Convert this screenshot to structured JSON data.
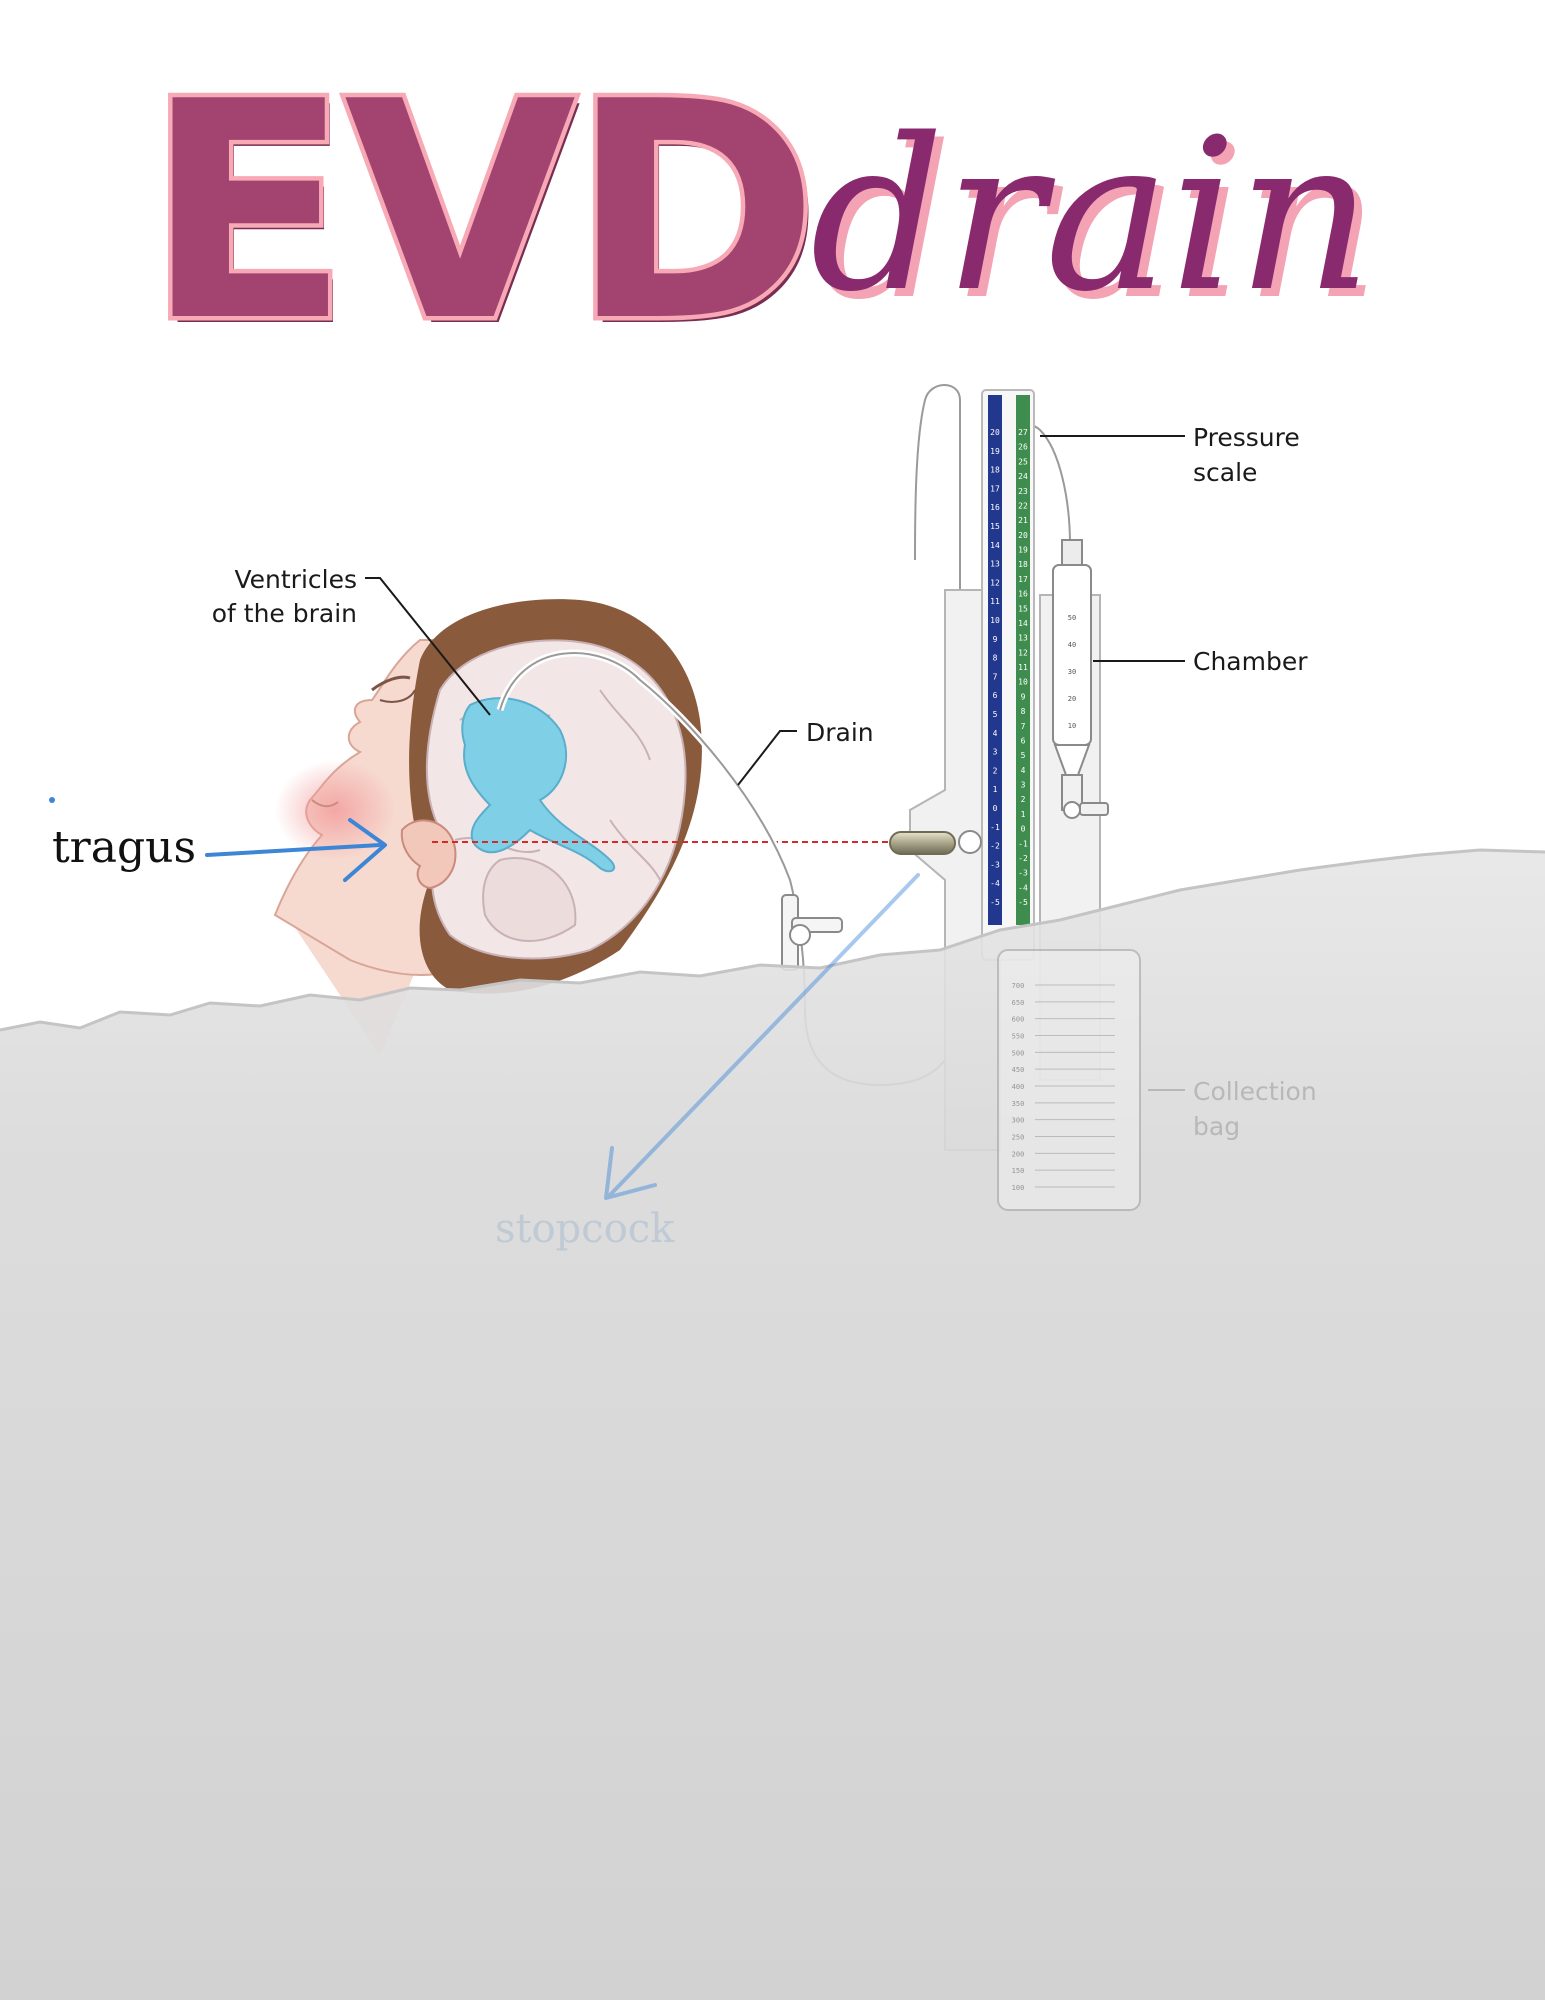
{
  "title": {
    "main": "EVD",
    "script": "drain"
  },
  "labels": {
    "pressure_scale_line1": "Pressure",
    "pressure_scale_line2": "scale",
    "ventricles_line1": "Ventricles",
    "ventricles_line2": "of the brain",
    "chamber": "Chamber",
    "drain": "Drain",
    "tragus": "tragus",
    "collection_bag_line1": "Collection",
    "collection_bag_line2": "bag",
    "stopcock": "stopcock"
  },
  "scales": {
    "blue": [
      "20",
      "19",
      "18",
      "17",
      "16",
      "15",
      "14",
      "13",
      "12",
      "11",
      "10",
      "9",
      "8",
      "7",
      "6",
      "5",
      "4",
      "3",
      "2",
      "1",
      "0",
      "-1",
      "-2",
      "-3",
      "-4",
      "-5"
    ],
    "green": [
      "27",
      "26",
      "25",
      "24",
      "23",
      "22",
      "21",
      "20",
      "19",
      "18",
      "17",
      "16",
      "15",
      "14",
      "13",
      "12",
      "11",
      "10",
      "9",
      "8",
      "7",
      "6",
      "5",
      "4",
      "3",
      "2",
      "1",
      "0",
      "-1",
      "-2",
      "-3",
      "-4",
      "-5"
    ],
    "chamber": [
      "50",
      "40",
      "30",
      "20",
      "10"
    ],
    "bag": [
      "700",
      "650",
      "600",
      "550",
      "500",
      "450",
      "400",
      "350",
      "300",
      "250",
      "200",
      "150",
      "100"
    ]
  },
  "colors": {
    "evd_fill": "#a3436f",
    "evd_outline": "#f7a9b6",
    "script_fill": "#8a2a6e",
    "blue_scale": "#22378e",
    "green_scale": "#3f8d4e",
    "ventricles": "#7fcfe6",
    "arrow_blue": "#3d86d6",
    "level_line": "#d42a2a",
    "hair": "#8a5a3c",
    "skin": "#f6d9cf"
  }
}
